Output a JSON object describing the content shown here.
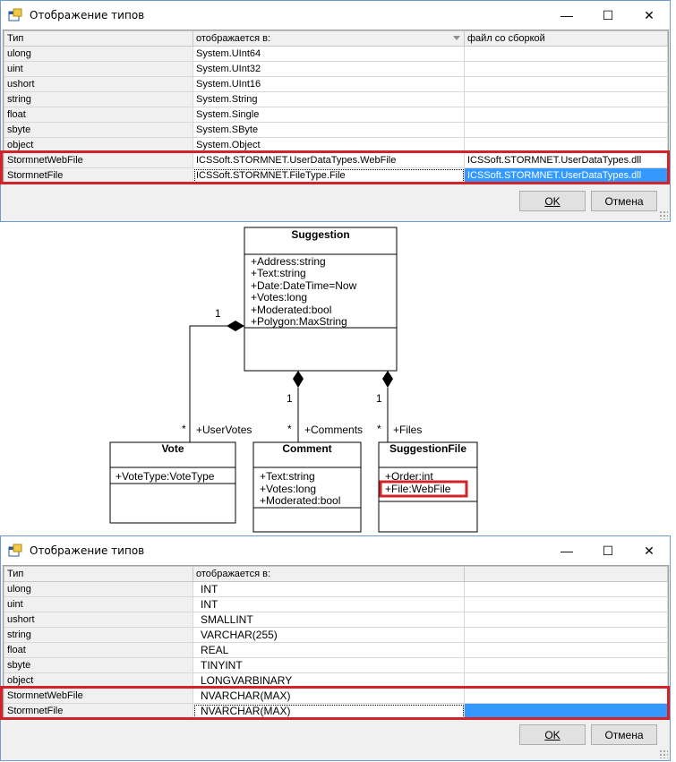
{
  "dialog_top": {
    "title": "Отображение типов",
    "controls": {
      "minimize": "—",
      "maximize": "☐",
      "close": "✕"
    },
    "columns": [
      "Тип",
      "отображается в:",
      "файл со сборкой"
    ],
    "rows": [
      {
        "type": "ulong",
        "maps_to": "System.UInt64",
        "file": ""
      },
      {
        "type": "uint",
        "maps_to": "System.UInt32",
        "file": ""
      },
      {
        "type": "ushort",
        "maps_to": "System.UInt16",
        "file": ""
      },
      {
        "type": "string",
        "maps_to": "System.String",
        "file": ""
      },
      {
        "type": "float",
        "maps_to": "System.Single",
        "file": ""
      },
      {
        "type": "sbyte",
        "maps_to": "System.SByte",
        "file": ""
      },
      {
        "type": "object",
        "maps_to": "System.Object",
        "file": ""
      },
      {
        "type": "StormnetWebFile",
        "maps_to": "ICSSoft.STORMNET.UserDataTypes.WebFile",
        "file": "ICSSoft.STORMNET.UserDataTypes.dll"
      },
      {
        "type": "StormnetFile",
        "maps_to": "ICSSoft.STORMNET.FileType.File",
        "file": "ICSSoft.STORMNET.UserDataTypes.dll"
      }
    ],
    "ok_label": "OK",
    "cancel_label": "Отмена"
  },
  "uml": {
    "suggestion": {
      "name": "Suggestion",
      "attrs": [
        "+Address:string",
        "+Text:string",
        "+Date:DateTime=Now",
        "+Votes:long",
        "+Moderated:bool",
        "+Polygon:MaxString"
      ]
    },
    "vote": {
      "name": "Vote",
      "attrs": [
        "+VoteType:VoteType"
      ]
    },
    "comment": {
      "name": "Comment",
      "attrs": [
        "+Text:string",
        "+Votes:long",
        "+Moderated:bool"
      ]
    },
    "suggestion_file": {
      "name": "SuggestionFile",
      "attrs": [
        "+Order:int",
        "+File:WebFile"
      ]
    },
    "links": {
      "votes": {
        "one": "1",
        "many": "*",
        "role": "+UserVotes"
      },
      "comments": {
        "one": "1",
        "many": "*",
        "role": "+Comments"
      },
      "files": {
        "one": "1",
        "many": "*",
        "role": "+Files"
      }
    }
  },
  "dialog_bottom": {
    "title": "Отображение типов",
    "controls": {
      "minimize": "—",
      "maximize": "☐",
      "close": "✕"
    },
    "columns": [
      "Тип",
      "отображается в:",
      ""
    ],
    "rows": [
      {
        "type": "ulong",
        "maps_to": "INT"
      },
      {
        "type": "uint",
        "maps_to": "INT"
      },
      {
        "type": "ushort",
        "maps_to": "SMALLINT"
      },
      {
        "type": "string",
        "maps_to": "VARCHAR(255)"
      },
      {
        "type": "float",
        "maps_to": "REAL"
      },
      {
        "type": "sbyte",
        "maps_to": "TINYINT"
      },
      {
        "type": "object",
        "maps_to": "LONGVARBINARY"
      },
      {
        "type": "StormnetWebFile",
        "maps_to": "NVARCHAR(MAX)"
      },
      {
        "type": "StormnetFile",
        "maps_to": "NVARCHAR(MAX)"
      }
    ],
    "ok_label": "OK",
    "cancel_label": "Отмена"
  },
  "colors": {
    "highlight": "#d2232a",
    "selection": "#3399ff",
    "window_border": "#6d9bd1"
  }
}
